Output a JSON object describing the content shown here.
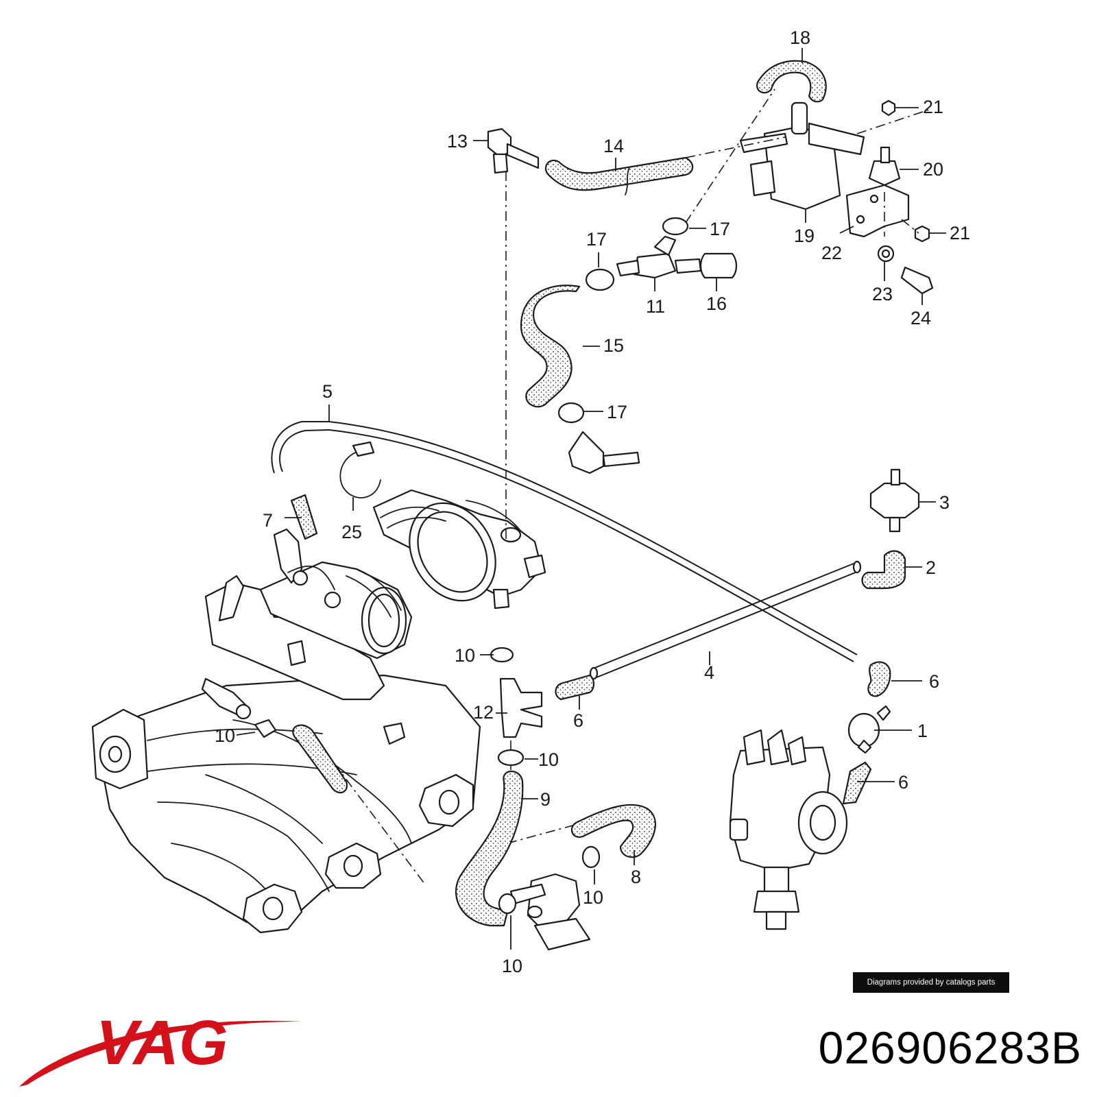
{
  "callouts": [
    {
      "id": "18",
      "label": "18"
    },
    {
      "id": "21a",
      "label": "21"
    },
    {
      "id": "13",
      "label": "13"
    },
    {
      "id": "14",
      "label": "14"
    },
    {
      "id": "20",
      "label": "20"
    },
    {
      "id": "17a",
      "label": "17"
    },
    {
      "id": "21b",
      "label": "21"
    },
    {
      "id": "17b",
      "label": "17"
    },
    {
      "id": "19",
      "label": "19"
    },
    {
      "id": "22",
      "label": "22"
    },
    {
      "id": "11",
      "label": "11"
    },
    {
      "id": "16",
      "label": "16"
    },
    {
      "id": "23",
      "label": "23"
    },
    {
      "id": "24",
      "label": "24"
    },
    {
      "id": "15",
      "label": "15"
    },
    {
      "id": "5",
      "label": "5"
    },
    {
      "id": "17c",
      "label": "17"
    },
    {
      "id": "3",
      "label": "3"
    },
    {
      "id": "7",
      "label": "7"
    },
    {
      "id": "25",
      "label": "25"
    },
    {
      "id": "2",
      "label": "2"
    },
    {
      "id": "10a",
      "label": "10"
    },
    {
      "id": "4",
      "label": "4"
    },
    {
      "id": "6a",
      "label": "6"
    },
    {
      "id": "12",
      "label": "12"
    },
    {
      "id": "6b",
      "label": "6"
    },
    {
      "id": "10b",
      "label": "10"
    },
    {
      "id": "1",
      "label": "1"
    },
    {
      "id": "10c",
      "label": "10"
    },
    {
      "id": "6c",
      "label": "6"
    },
    {
      "id": "9",
      "label": "9"
    },
    {
      "id": "8",
      "label": "8"
    },
    {
      "id": "10d",
      "label": "10"
    },
    {
      "id": "10e",
      "label": "10"
    }
  ],
  "credit": "Diagrams provided by catalogs parts",
  "brand": {
    "logo_text": "VAG",
    "color": "#d4111b"
  },
  "part_number": "026906283B"
}
